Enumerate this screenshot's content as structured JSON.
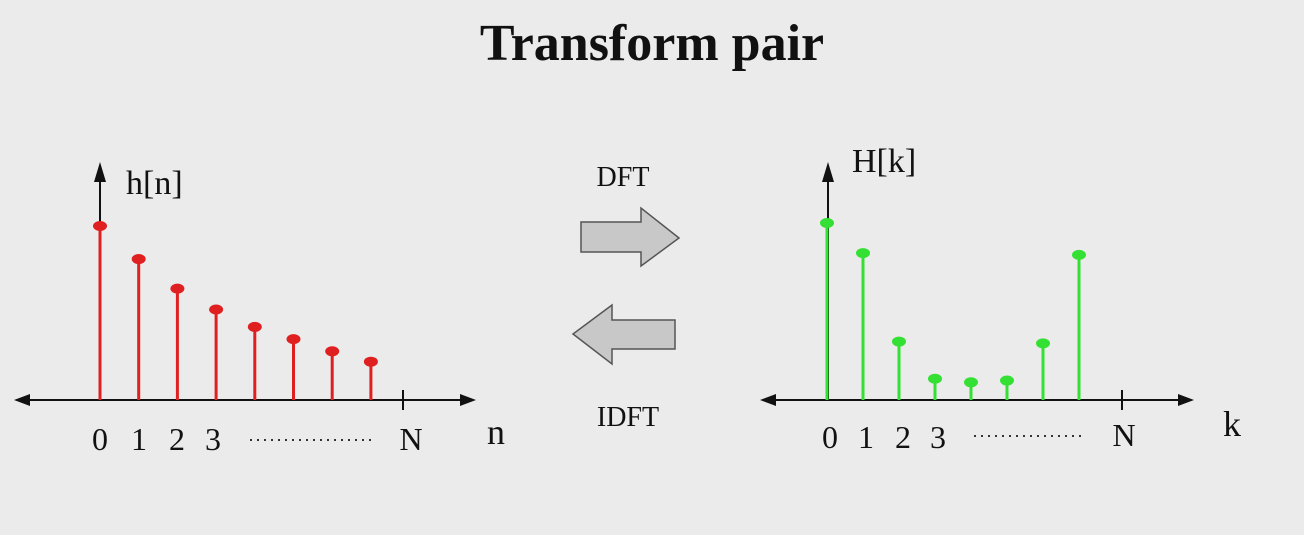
{
  "title": "Transform pair",
  "colors": {
    "background": "#ebebeb",
    "time_signal": "#e02020",
    "freq_signal": "#33e033",
    "axis": "#111111",
    "arrow_fill": "#c8c8c8",
    "arrow_stroke": "#555555"
  },
  "time_plot": {
    "signal_label": "h[n]",
    "axis_label": "n",
    "tick_labels": [
      "0",
      "1",
      "2",
      "3"
    ],
    "end_label": "N",
    "samples": [
      {
        "n": 0,
        "value": 1.0
      },
      {
        "n": 1,
        "value": 0.81
      },
      {
        "n": 2,
        "value": 0.64
      },
      {
        "n": 3,
        "value": 0.52
      },
      {
        "n": 4,
        "value": 0.42
      },
      {
        "n": 5,
        "value": 0.35
      },
      {
        "n": 6,
        "value": 0.28
      },
      {
        "n": 7,
        "value": 0.22
      }
    ]
  },
  "freq_plot": {
    "signal_label": "H[k]",
    "axis_label": "k",
    "tick_labels": [
      "0",
      "1",
      "2",
      "3"
    ],
    "end_label": "N",
    "samples": [
      {
        "k": 0,
        "value": 1.0
      },
      {
        "k": 1,
        "value": 0.83
      },
      {
        "k": 2,
        "value": 0.33
      },
      {
        "k": 3,
        "value": 0.12
      },
      {
        "k": 4,
        "value": 0.1
      },
      {
        "k": 5,
        "value": 0.11
      },
      {
        "k": 6,
        "value": 0.32
      },
      {
        "k": 7,
        "value": 0.82
      }
    ]
  },
  "arrows": {
    "forward_label": "DFT",
    "inverse_label": "IDFT"
  }
}
